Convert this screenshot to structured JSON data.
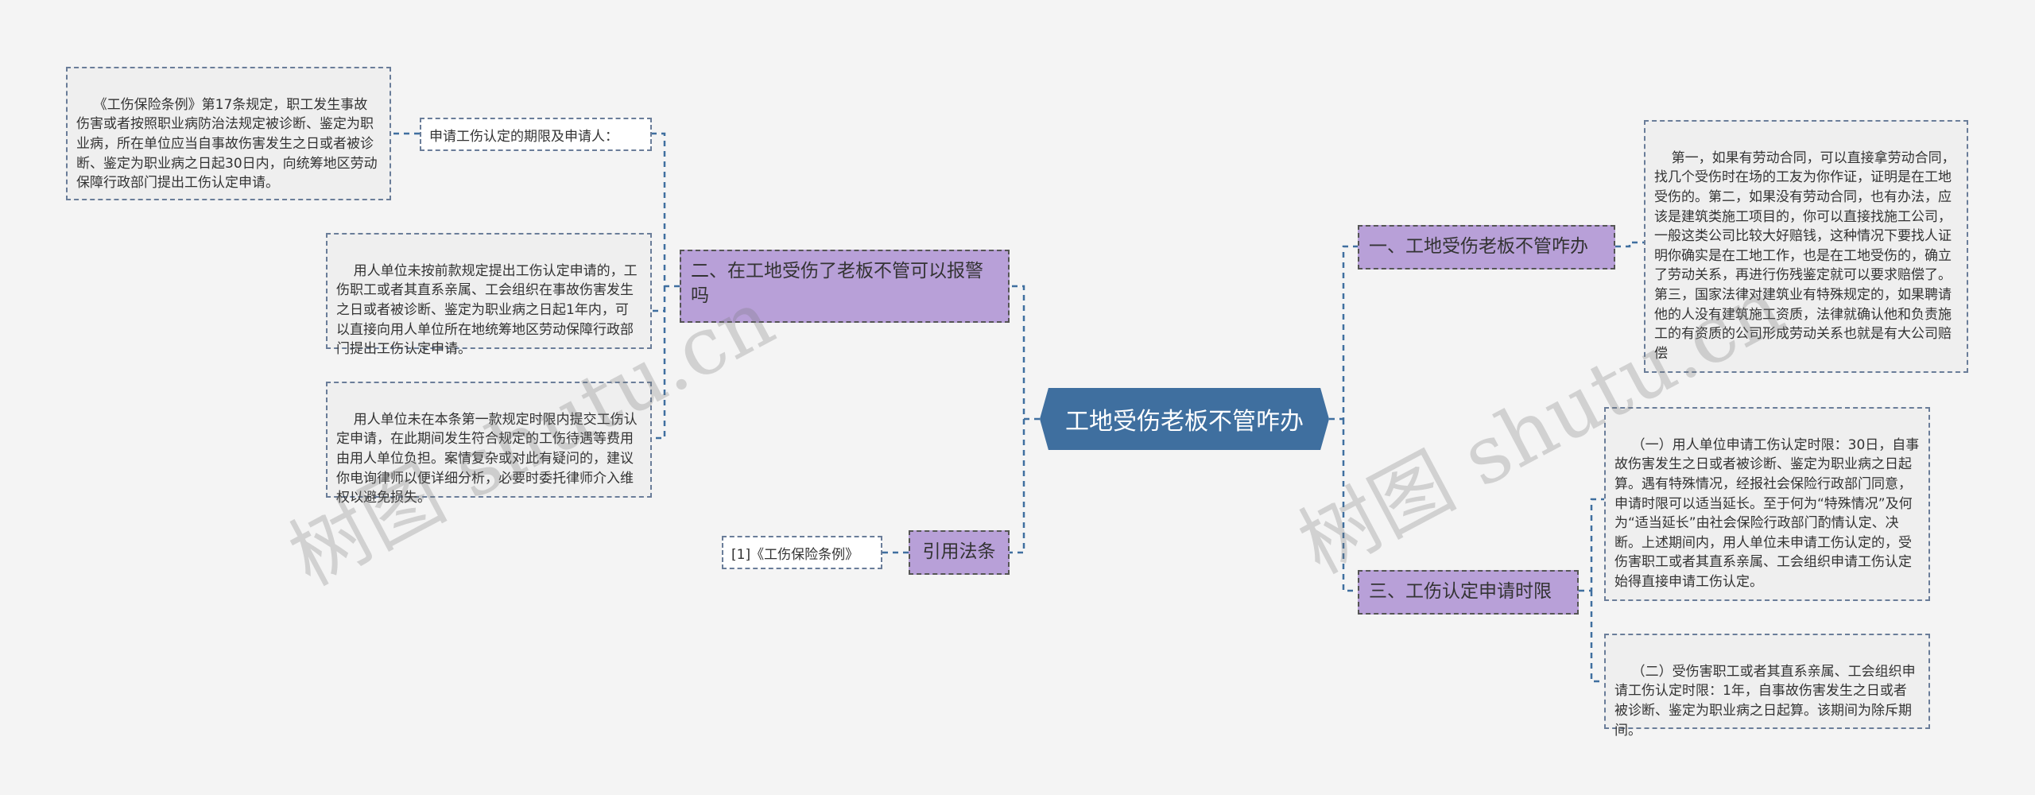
{
  "root": {
    "label": "工地受伤老板不管咋办"
  },
  "branches": {
    "b1": {
      "label": "一、工地受伤老板不管咋办"
    },
    "b2": {
      "label": "二、在工地受伤了老板不管可以报警吗"
    },
    "b3": {
      "label": "三、工伤认定申请时限"
    },
    "b4": {
      "label": "引用法条"
    }
  },
  "leaves": {
    "b1_text": "第一，如果有劳动合同，可以直接拿劳动合同，找几个受伤时在场的工友为你作证，证明是在工地受伤的。第二，如果没有劳动合同，也有办法，应该是建筑类施工项目的，你可以直接找施工公司，一般这类公司比较大好赔钱，这种情况下要找人证明你确实是在工地工作，也是在工地受伤的，确立了劳动关系，再进行伤残鉴定就可以要求赔偿了。第三，国家法律对建筑业有特殊规定的，如果聘请他的人没有建筑施工资质，法律就确认他和负责施工的有资质的公司形成劳动关系也就是有大公司赔偿",
    "b2_label": "申请工伤认定的期限及申请人：",
    "b2_text1": "《工伤保险条例》第17条规定，职工发生事故伤害或者按照职业病防治法规定被诊断、鉴定为职业病，所在单位应当自事故伤害发生之日或者被诊断、鉴定为职业病之日起30日内，向统筹地区劳动保障行政部门提出工伤认定申请。",
    "b2_text2": "用人单位未按前款规定提出工伤认定申请的，工伤职工或者其直系亲属、工会组织在事故伤害发生之日或者被诊断、鉴定为职业病之日起1年内，可以直接向用人单位所在地统筹地区劳动保障行政部门提出工伤认定申请。",
    "b2_text3": "用人单位未在本条第一款规定时限内提交工伤认定申请，在此期间发生符合规定的工伤待遇等费用由用人单位负担。案情复杂或对此有疑问的，建议你电询律师以便详细分析，必要时委托律师介入维权以避免损失。",
    "b3_text1": "（一）用人单位申请工伤认定时限：30日，自事故伤害发生之日或者被诊断、鉴定为职业病之日起算。遇有特殊情况，经报社会保险行政部门同意，申请时限可以适当延长。至于何为“特殊情况”及何为“适当延长”由社会保险行政部门酌情认定、决断。上述期间内，用人单位未申请工伤认定的，受伤害职工或者其直系亲属、工会组织申请工伤认定始得直接申请工伤认定。",
    "b3_text2": "（二）受伤害职工或者其直系亲属、工会组织申请工伤认定时限：1年，自事故伤害发生之日或者被诊断、鉴定为职业病之日起算。该期间为除斥期间。",
    "b4_text": "[1]《工伤保险条例》"
  },
  "watermarks": [
    "树图 shutu.cn",
    "树图 shutu.cn"
  ],
  "colors": {
    "root": "#3f6f9f",
    "branch": "#b8a0d8",
    "leaf": "#efefef",
    "connector": "#3f6f9f"
  }
}
